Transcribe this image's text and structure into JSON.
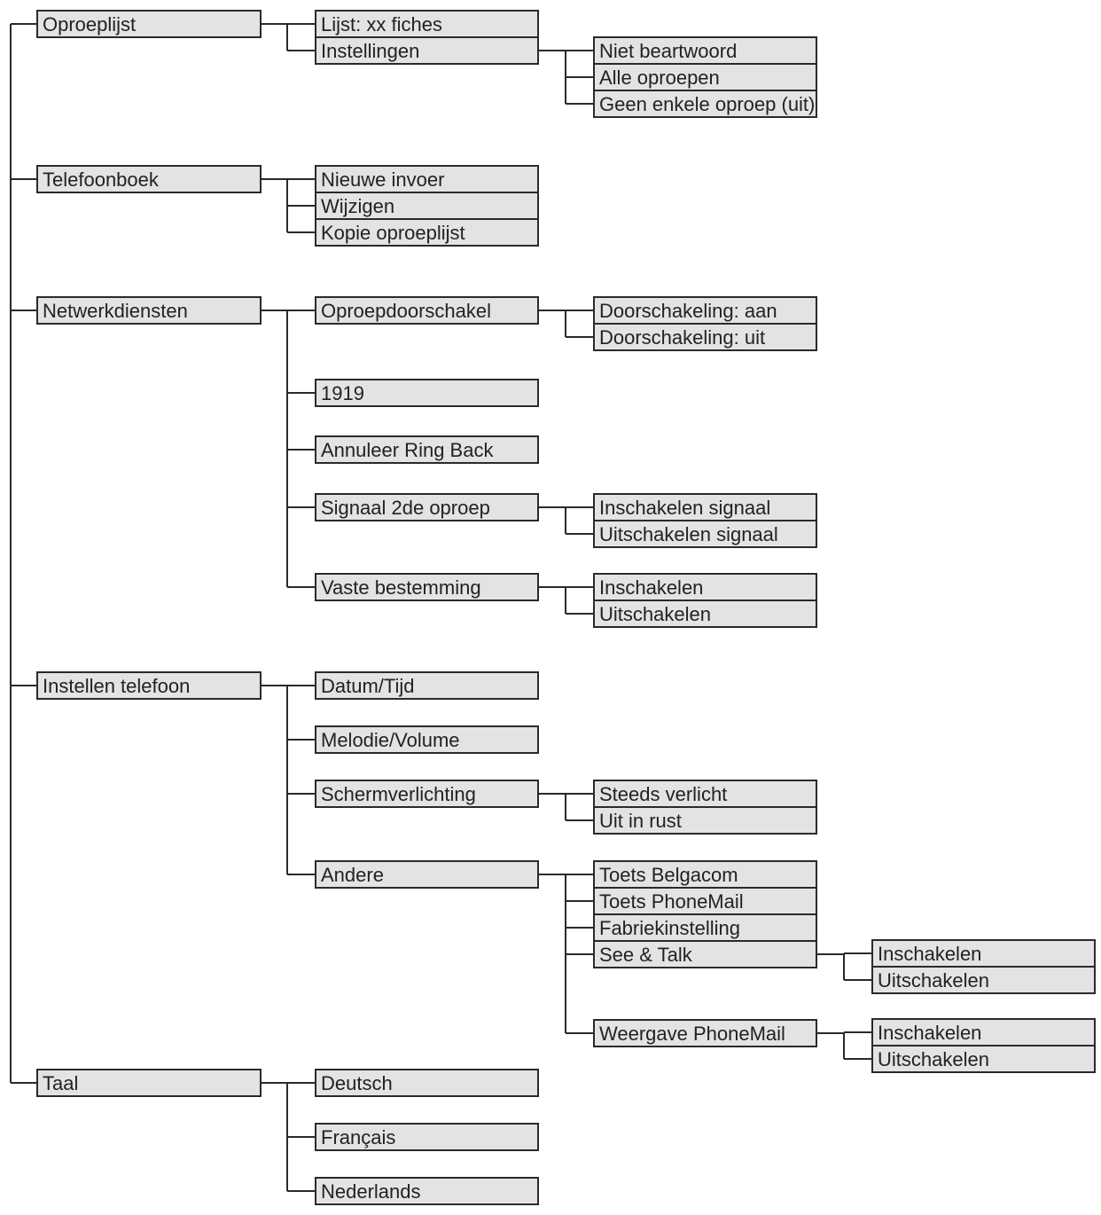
{
  "menu": [
    {
      "label": "Oproeplijst",
      "children": [
        {
          "label": "Lijst: xx fiches"
        },
        {
          "label": "Instellingen",
          "children": [
            {
              "label": "Niet beartwoord"
            },
            {
              "label": "Alle oproepen"
            },
            {
              "label": "Geen enkele oproep (uit)"
            }
          ]
        }
      ]
    },
    {
      "label": "Telefoonboek",
      "children": [
        {
          "label": "Nieuwe invoer"
        },
        {
          "label": "Wijzigen"
        },
        {
          "label": "Kopie oproeplijst"
        }
      ]
    },
    {
      "label": "Netwerkdiensten",
      "children": [
        {
          "label": "Oproepdoorschakel",
          "children": [
            {
              "label": "Doorschakeling: aan"
            },
            {
              "label": "Doorschakeling: uit"
            }
          ]
        },
        {
          "label": "1919"
        },
        {
          "label": "Annuleer Ring Back"
        },
        {
          "label": "Signaal 2de oproep",
          "children": [
            {
              "label": "Inschakelen signaal"
            },
            {
              "label": "Uitschakelen signaal"
            }
          ]
        },
        {
          "label": "Vaste bestemming",
          "children": [
            {
              "label": "Inschakelen"
            },
            {
              "label": "Uitschakelen"
            }
          ]
        }
      ]
    },
    {
      "label": "Instellen telefoon",
      "children": [
        {
          "label": "Datum/Tijd"
        },
        {
          "label": "Melodie/Volume"
        },
        {
          "label": "Schermverlichting",
          "children": [
            {
              "label": "Steeds verlicht"
            },
            {
              "label": "Uit in rust"
            }
          ]
        },
        {
          "label": "Andere",
          "children": [
            {
              "label": "Toets Belgacom"
            },
            {
              "label": "Toets PhoneMail"
            },
            {
              "label": "Fabriekinstelling"
            },
            {
              "label": "See & Talk",
              "children": [
                {
                  "label": "Inschakelen"
                },
                {
                  "label": "Uitschakelen"
                }
              ]
            },
            {
              "label": "Weergave PhoneMail",
              "children": [
                {
                  "label": "Inschakelen"
                },
                {
                  "label": "Uitschakelen"
                }
              ]
            }
          ]
        }
      ]
    },
    {
      "label": "Taal",
      "children": [
        {
          "label": "Deutsch"
        },
        {
          "label": "Français"
        },
        {
          "label": "Nederlands"
        }
      ]
    }
  ]
}
